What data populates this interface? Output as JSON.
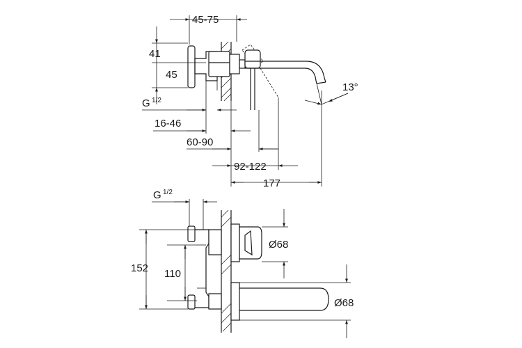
{
  "labels": {
    "dim_45_75": "45-75",
    "dim_41": "41",
    "dim_45": "45",
    "thread_top_g": "G",
    "thread_top_frac": "1/2",
    "dim_16_46": "16-46",
    "dim_60_90": "60-90",
    "dim_92_122": "92-122",
    "dim_177": "177",
    "angle_13": "13°",
    "thread_bottom_g": "G",
    "thread_bottom_frac": "1/2",
    "dim_152": "152",
    "dim_110": "110",
    "dia_handle": "Ø68",
    "dia_spout": "Ø68"
  }
}
